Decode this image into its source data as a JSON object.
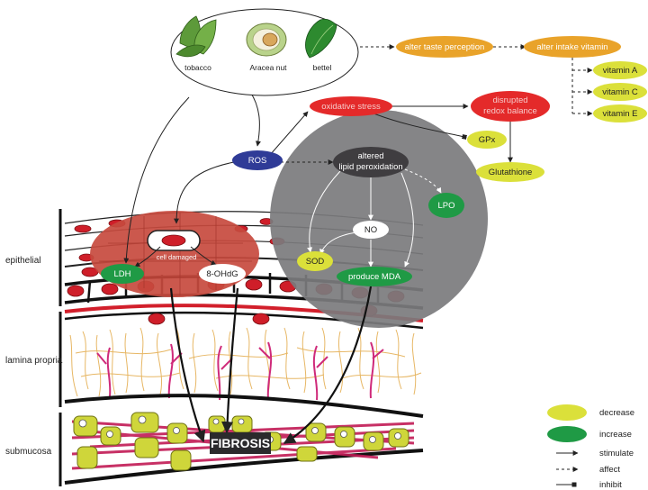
{
  "habits": {
    "tobacco": "tobacco",
    "areca": "Aracea nut",
    "betel": "bettel"
  },
  "nodes": {
    "alter_taste": "alter taste perception",
    "alter_intake": "alter intake vitamin",
    "vitamin_a": "vitamin A",
    "vitamin_c": "vitamin C",
    "vitamin_e": "vitamin E",
    "oxidative_stress": "oxidative stress",
    "redox_line1": "disrupted",
    "redox_line2": "redox balance",
    "gpx": "GPx",
    "glutathione": "Glutathione",
    "ros": "ROS",
    "lipid_line1": "altered",
    "lipid_line2": "lipid peroxidation",
    "lpo": "LPO",
    "no": "NO",
    "sod": "SOD",
    "produce_mda": "produce MDA",
    "cell_damaged": "cell damaged",
    "ldh": "LDH",
    "ohdg": "8-OHdG",
    "fibrosis": "FIBROSIS"
  },
  "layers": {
    "epithelial": "epithelial",
    "lamina": "lamina propria",
    "submucosa": "submucosa"
  },
  "legend": {
    "decrease": "decrease",
    "increase": "increase",
    "stimulate": "stimulate",
    "affect": "affect",
    "inhibit": "inhibit"
  },
  "colors": {
    "orange": "#e9a32a",
    "yellow": "#dbe03a",
    "green": "#1f9a45",
    "red": "#e42a2a",
    "navy": "#2f3b97",
    "gray_circle": "#7b7b7d",
    "dark_node": "#3f3d40",
    "cell_red": "#cf1e29",
    "damage_red": "#c74a3e"
  }
}
